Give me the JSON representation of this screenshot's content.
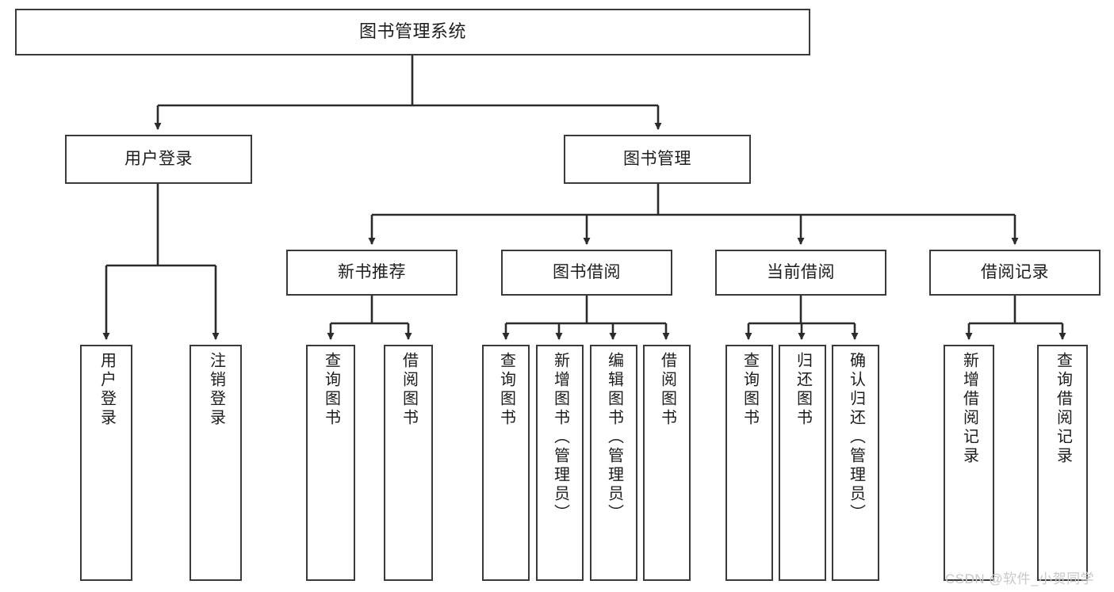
{
  "diagram": {
    "title": "图书管理系统",
    "type": "tree",
    "root": {
      "id": "root",
      "label": "图书管理系统"
    },
    "level1": [
      {
        "id": "user-login",
        "label": "用户登录"
      },
      {
        "id": "book-management",
        "label": "图书管理"
      }
    ],
    "level2": [
      {
        "id": "new-book-recommend",
        "label": "新书推荐",
        "parent": "book-management"
      },
      {
        "id": "book-borrow",
        "label": "图书借阅",
        "parent": "book-management"
      },
      {
        "id": "current-borrow",
        "label": "当前借阅",
        "parent": "book-management"
      },
      {
        "id": "borrow-record",
        "label": "借阅记录",
        "parent": "book-management"
      }
    ],
    "leaves": [
      {
        "id": "leaf-user-login",
        "label": "用户登录",
        "parent": "user-login"
      },
      {
        "id": "leaf-user-logout",
        "label": "注销登录",
        "parent": "user-login"
      },
      {
        "id": "leaf-query-book-1",
        "label": "查询图书",
        "parent": "new-book-recommend"
      },
      {
        "id": "leaf-borrow-book-1",
        "label": "借阅图书",
        "parent": "new-book-recommend"
      },
      {
        "id": "leaf-query-book-2",
        "label": "查询图书",
        "parent": "book-borrow"
      },
      {
        "id": "leaf-add-book",
        "label": "新增图书（管理员）",
        "parent": "book-borrow"
      },
      {
        "id": "leaf-edit-book",
        "label": "编辑图书（管理员）",
        "parent": "book-borrow"
      },
      {
        "id": "leaf-borrow-book-2",
        "label": "借阅图书",
        "parent": "book-borrow"
      },
      {
        "id": "leaf-query-book-3",
        "label": "查询图书",
        "parent": "current-borrow"
      },
      {
        "id": "leaf-return-book",
        "label": "归还图书",
        "parent": "current-borrow"
      },
      {
        "id": "leaf-confirm-return",
        "label": "确认归还（管理员）",
        "parent": "current-borrow"
      },
      {
        "id": "leaf-add-record",
        "label": "新增借阅记录",
        "parent": "borrow-record"
      },
      {
        "id": "leaf-query-record",
        "label": "查询借阅记录",
        "parent": "borrow-record"
      }
    ]
  },
  "watermark": {
    "text": "CSDN @软件_小贺同学"
  },
  "colors": {
    "stroke": "#3a3a3a",
    "text": "#1d1d1d",
    "background": "#ffffff",
    "watermark": "#c9c9c9"
  }
}
